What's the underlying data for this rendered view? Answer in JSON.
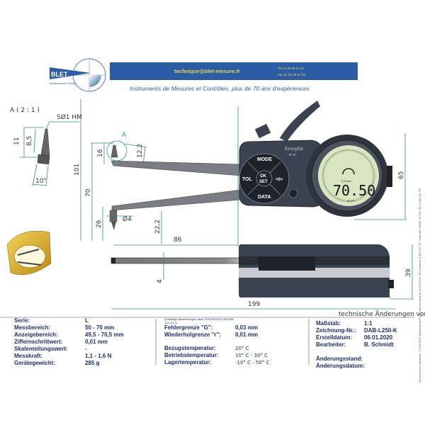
{
  "header": {
    "logo_text": "BLET",
    "logo_subtext": "Measurement Group",
    "email": "technique@blet-mesure.fr",
    "tel": "Tel  01 80 88 57 83",
    "fax": "Fax 01 80 88 57 93",
    "slogan": "Instruments de Mesures et Contrôles, plus de 70 ans d'expériences",
    "banner_color": "#2d5ca6"
  },
  "drawing": {
    "detail_title": "A ( 2 : 1 )",
    "detail_label": "A",
    "tip_label": "SØ1 HM",
    "dims": {
      "d11": "11",
      "d8_5": "8,5",
      "d10deg": "10°",
      "d101": "101",
      "d70": "70",
      "d16": "16",
      "d12_2": "12,2",
      "d26": "26",
      "d4dia": "Ø4",
      "d22_2": "22,2",
      "d86": "86",
      "d65": "65",
      "d4": "4",
      "d39": "39",
      "d199": "199"
    },
    "keypad": {
      "mode": "MODE",
      "tol": "TOL",
      "ok": "OK",
      "set": "SET",
      "zero": "<0>",
      "data": "DATA",
      "brand": "Kroeplin",
      "ip": "IP 67"
    },
    "display": {
      "reading": "70.50",
      "resolution": "0.01mm",
      "range": "50-70"
    },
    "note": "technische Änderungen vorbehalten",
    "accent_color": "#2a8f8f"
  },
  "specs_left": [
    {
      "label": "Serie:",
      "value": "L"
    },
    {
      "label": "Messbereich:",
      "value": "50 - 70 mm"
    },
    {
      "label": "Anzeigebereich:",
      "value": "49,5 - 70,5 mm"
    },
    {
      "label": "Ziffernschrittwert:",
      "value": "0,01 mm"
    },
    {
      "label": "Skalenteilungswert:",
      "value": "-"
    },
    {
      "label": "Messkraft:",
      "value": "1,1 - 1,6 N"
    },
    {
      "label": "Gerätegewicht:",
      "value": "285 g"
    }
  ],
  "specs_middle": {
    "note": "(Zulässige Abweichungen nach VDI/VDE/DGQ 2618 Bl. 13.1/13.1)",
    "rows": [
      {
        "label": "Fehlergrenze \"G\":",
        "value": "0,03 mm"
      },
      {
        "label": "Wiederholgrenze \"r\":",
        "value": "0,01 mm"
      }
    ],
    "temps": [
      {
        "label": "Bezugstemperatur:",
        "value": "20° C"
      },
      {
        "label": "Betriebstemperatur:",
        "value": "10° C - 30° C"
      },
      {
        "label": "Lagertemperatur:",
        "value": "-10° C - 50° C"
      }
    ]
  },
  "specs_right": [
    {
      "label": "Maßstab:",
      "value": "1:1"
    },
    {
      "label": "Zeichnung-Nr.:",
      "value": "DAB-L250-K"
    },
    {
      "label": "Erstelldatum:",
      "value": "06.01.2020"
    },
    {
      "label": "Bearbeiter:",
      "value": "B. Schmidt"
    }
  ],
  "specs_right2": [
    {
      "label": "Änderungsstand:",
      "value": ""
    },
    {
      "label": "Änderungsdatum:",
      "value": ""
    }
  ],
  "legal": "Document non contractuel - © 2016 BLET Measurement Group, SAS au capital de 91200 Euros - RCS Nanterre B 562 132 753 - Code APE 4669B - N°TVA : FR 16 562 132 753"
}
